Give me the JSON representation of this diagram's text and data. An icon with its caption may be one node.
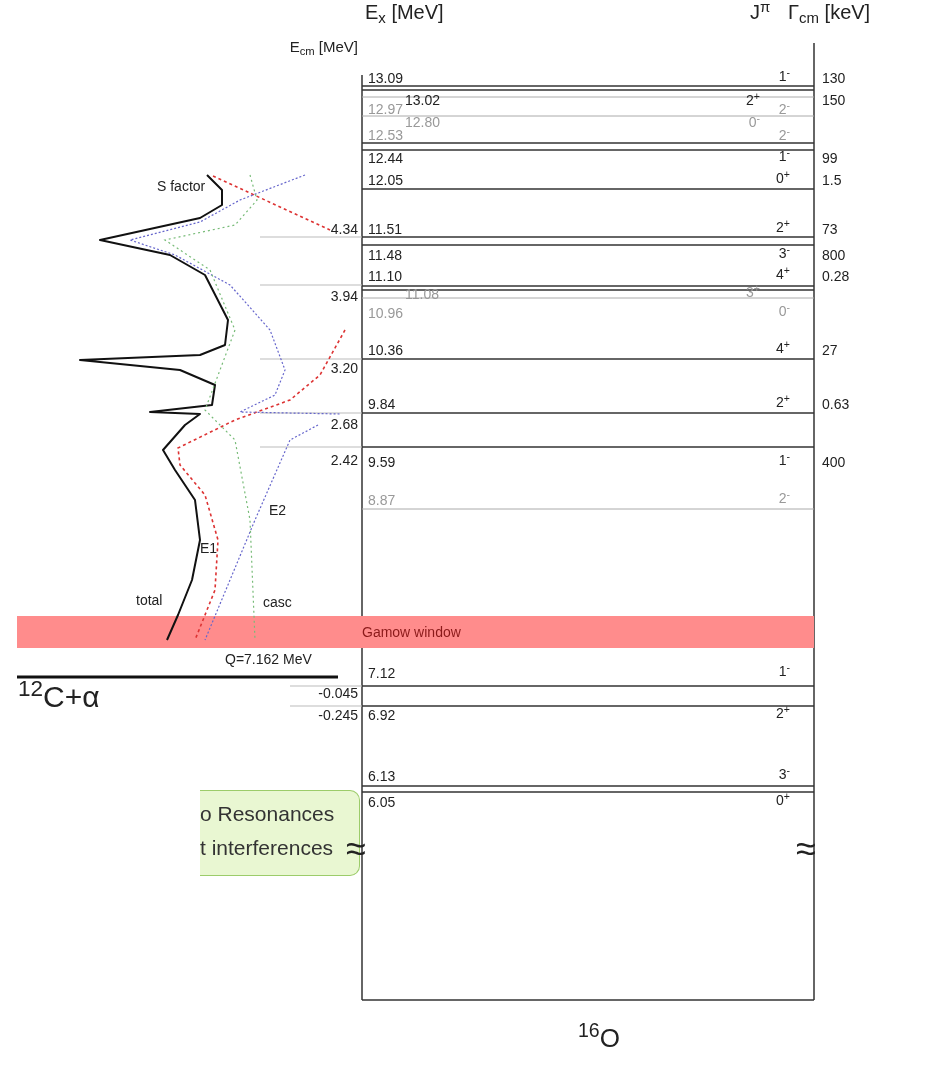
{
  "diagram": {
    "nodes": [
      {
        "text": [
          "Gamow window"
        ]
      },
      {
        "text": [
          "o Resonances",
          "t interferences"
        ]
      }
    ],
    "labels": [
      "E$_{x}$ [MeV]",
      "J$^{π}$",
      "Γ$_{cm}$ [keV]",
      "E$_{cm}$ [MeV]",
      "13.09",
      "1$^{-}$",
      "130",
      "12.97",
      "13.02",
      "2$^{+}$",
      "2$^{-}$",
      "150",
      "12.80",
      "0$^{-}$",
      "12.53",
      "2$^{-}$",
      "12.44",
      "1$^{-}$",
      "99",
      "S factor",
      "12.05",
      "0$^{+}$",
      "1.5",
      "4.34",
      "11.51",
      "2$^{+}$",
      "73",
      "11.48",
      "3$^{-}$",
      "800",
      "11.10",
      "4$^{+}$",
      "0.28",
      "3.94",
      "11.08",
      "3$^{+}$",
      "10.96",
      "0$^{-}$",
      "10.36",
      "4$^{+}$",
      "27",
      "3.20",
      "9.84",
      "2$^{+}$",
      "0.63",
      "2.68",
      "2.42",
      "9.59",
      "1$^{-}$",
      "400",
      "8.87",
      "2$^{-}$",
      "E2",
      "E1",
      "total",
      "casc",
      "Q=7.162 MeV",
      "7.12",
      "1$^{-}$",
      "$^{12}$C+α",
      "-0.045",
      "-0.245",
      "6.92",
      "2$^{+}$",
      "6.13",
      "3$^{-}$",
      "6.05",
      "0$^{+}$",
      "≈",
      "≈",
      "$^{16}$O"
    ]
  }
}
